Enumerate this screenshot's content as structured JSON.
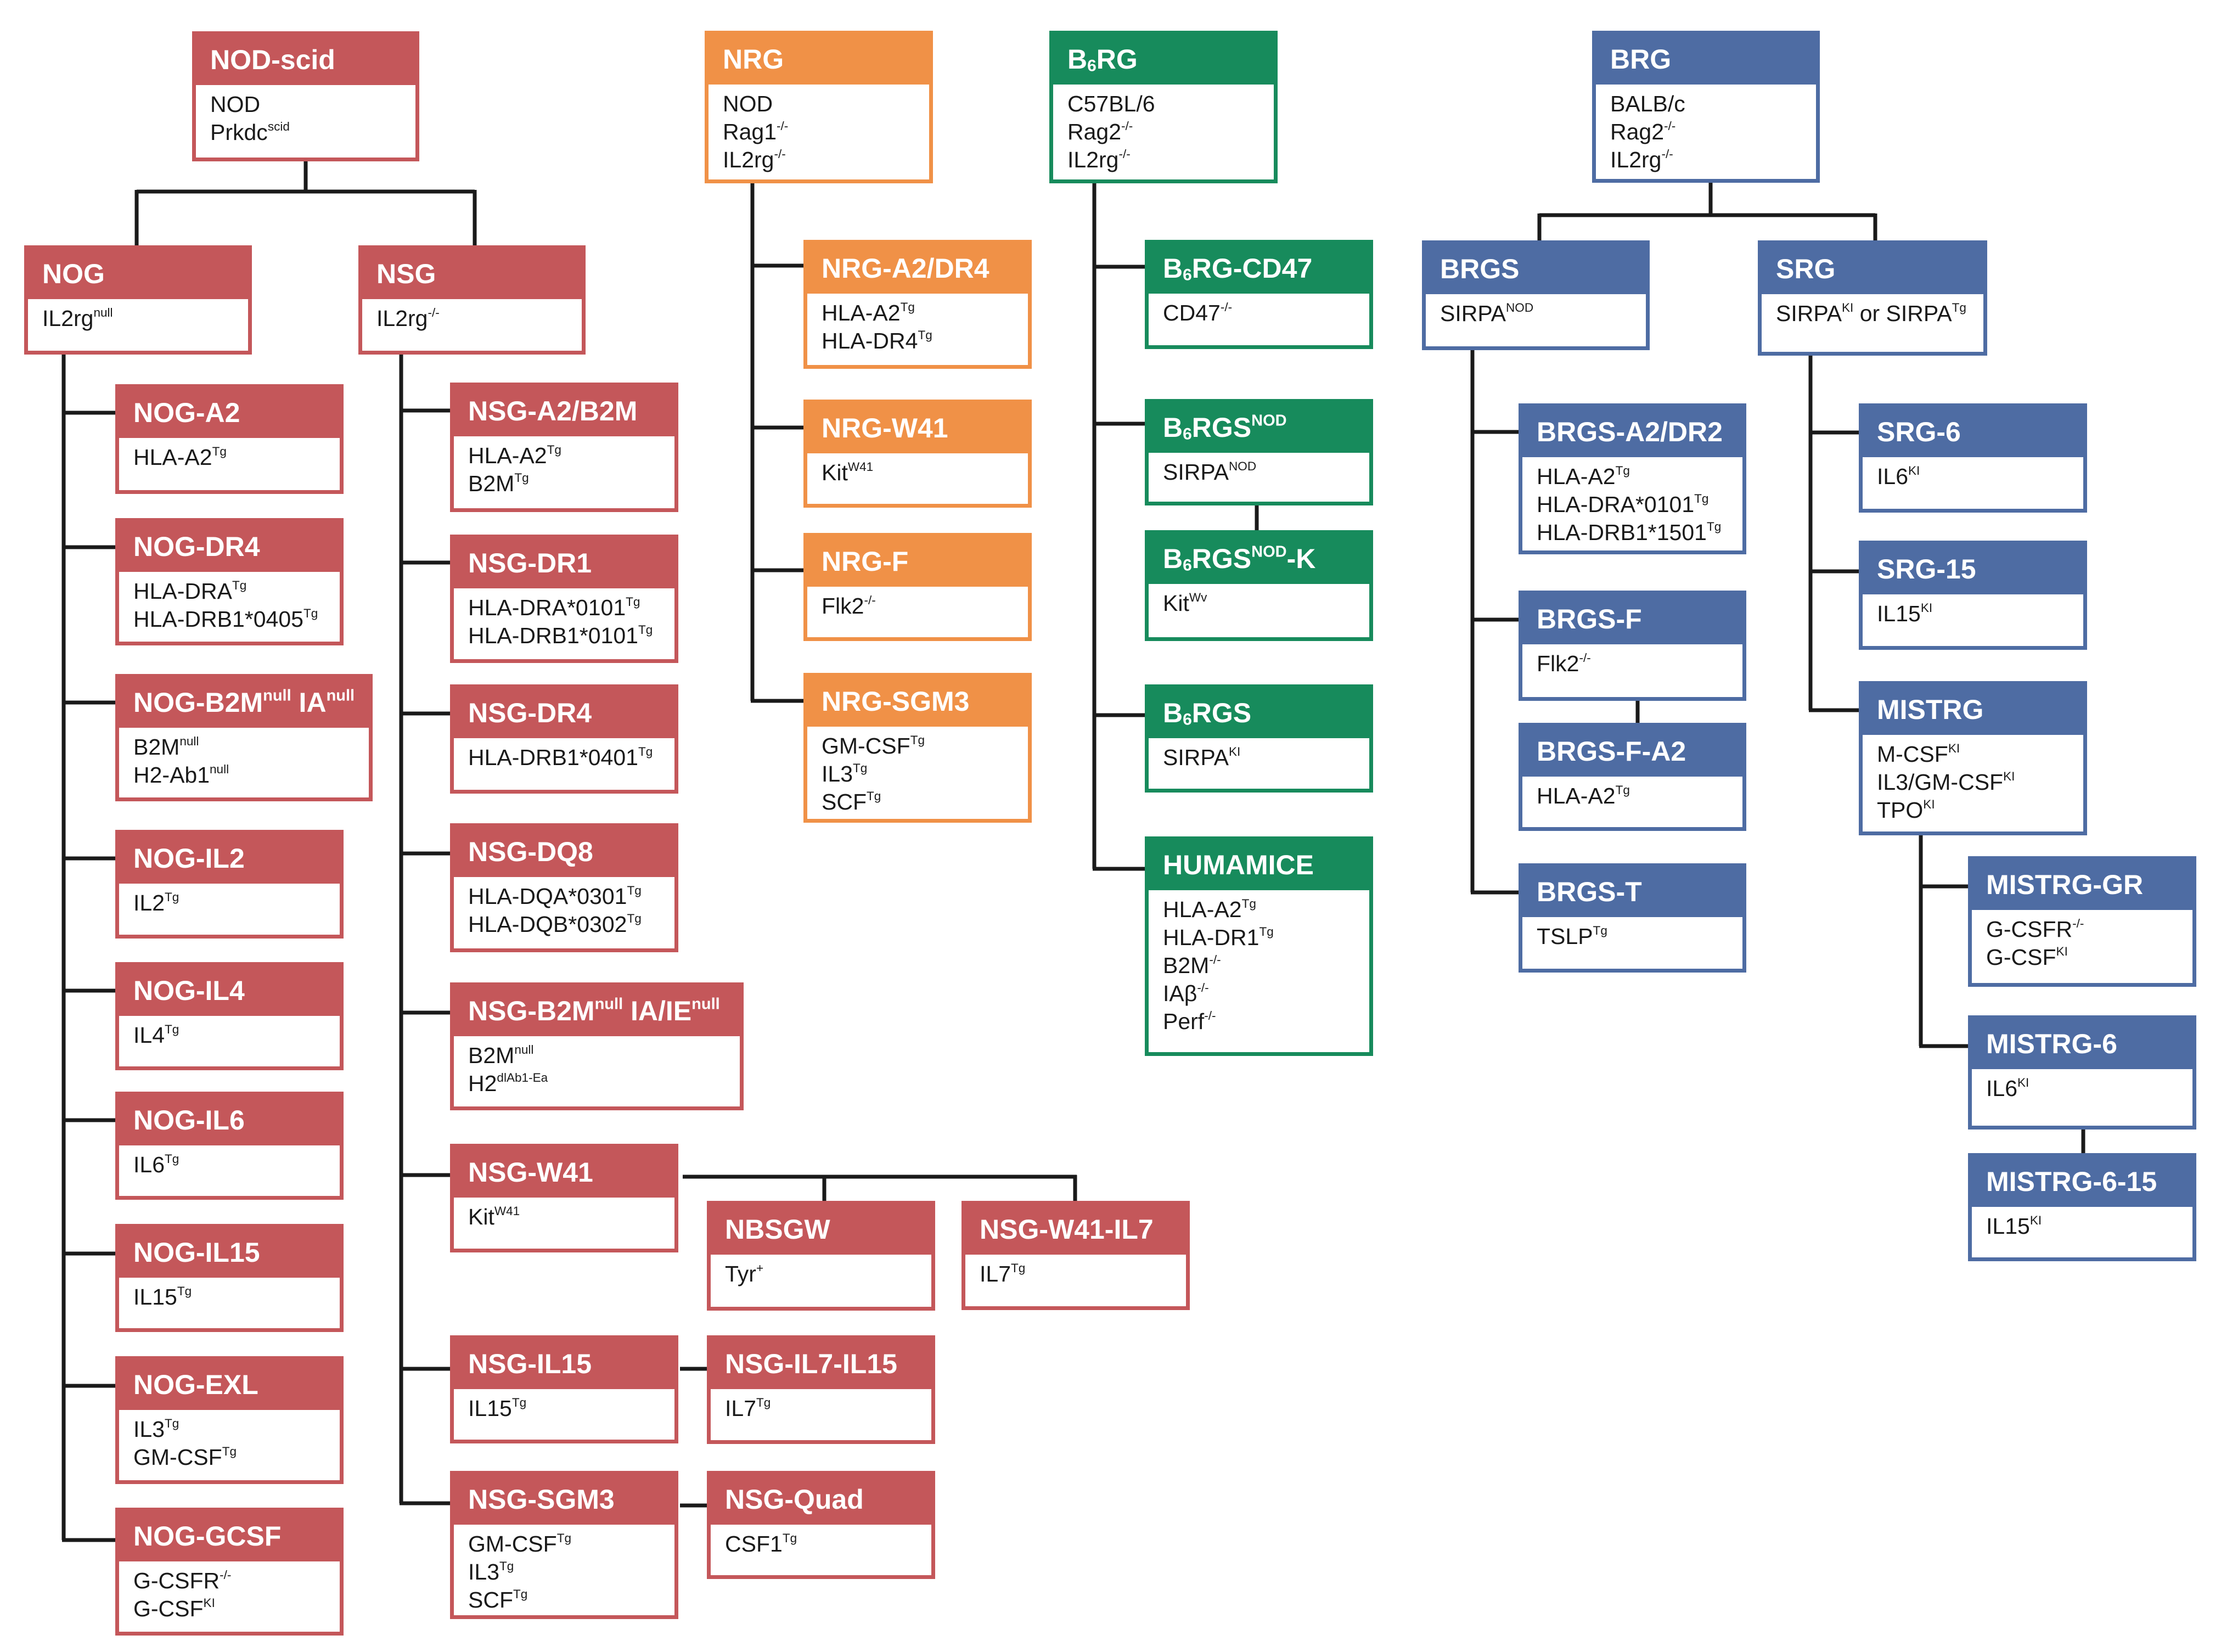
{
  "colors": {
    "nod": "#c4575a",
    "nrg": "#f09147",
    "b6rg": "#178b5c",
    "brg": "#4e6ca3",
    "line": "#1a1a1a"
  },
  "nodes": [
    {
      "key": "nod-scid",
      "family": "nod",
      "title": [
        {
          "t": "NOD-scid"
        }
      ],
      "lines": [
        [
          {
            "t": "NOD"
          }
        ],
        [
          {
            "t": "Prkdc"
          },
          {
            "t": "scid",
            "s": "sup"
          }
        ]
      ]
    },
    {
      "key": "nog",
      "family": "nod",
      "title": [
        {
          "t": "NOG"
        }
      ],
      "lines": [
        [
          {
            "t": "IL2rg"
          },
          {
            "t": "null",
            "s": "sup"
          }
        ]
      ]
    },
    {
      "key": "nsg",
      "family": "nod",
      "title": [
        {
          "t": "NSG"
        }
      ],
      "lines": [
        [
          {
            "t": "IL2rg"
          },
          {
            "t": "-/-",
            "s": "sup"
          }
        ]
      ]
    },
    {
      "key": "nog-a2",
      "family": "nod",
      "title": [
        {
          "t": "NOG-A2"
        }
      ],
      "lines": [
        [
          {
            "t": "HLA-A2"
          },
          {
            "t": "Tg",
            "s": "sup"
          }
        ]
      ]
    },
    {
      "key": "nog-dr4",
      "family": "nod",
      "title": [
        {
          "t": "NOG-DR4"
        }
      ],
      "lines": [
        [
          {
            "t": "HLA-DRA"
          },
          {
            "t": "Tg",
            "s": "sup"
          }
        ],
        [
          {
            "t": "HLA-DRB1*0405"
          },
          {
            "t": "Tg",
            "s": "sup"
          }
        ]
      ]
    },
    {
      "key": "nog-b2m",
      "family": "nod",
      "title": [
        {
          "t": "NOG-B2M"
        },
        {
          "t": "null",
          "s": "sup"
        },
        {
          "t": " IA"
        },
        {
          "t": "null",
          "s": "sup"
        }
      ],
      "lines": [
        [
          {
            "t": "B2M"
          },
          {
            "t": "null",
            "s": "sup"
          }
        ],
        [
          {
            "t": "H2-Ab1"
          },
          {
            "t": "null",
            "s": "sup"
          }
        ]
      ]
    },
    {
      "key": "nog-il2",
      "family": "nod",
      "title": [
        {
          "t": "NOG-IL2"
        }
      ],
      "lines": [
        [
          {
            "t": "IL2"
          },
          {
            "t": "Tg",
            "s": "sup"
          }
        ]
      ]
    },
    {
      "key": "nog-il4",
      "family": "nod",
      "title": [
        {
          "t": "NOG-IL4"
        }
      ],
      "lines": [
        [
          {
            "t": "IL4"
          },
          {
            "t": "Tg",
            "s": "sup"
          }
        ]
      ]
    },
    {
      "key": "nog-il6",
      "family": "nod",
      "title": [
        {
          "t": "NOG-IL6"
        }
      ],
      "lines": [
        [
          {
            "t": "IL6"
          },
          {
            "t": "Tg",
            "s": "sup"
          }
        ]
      ]
    },
    {
      "key": "nog-il15",
      "family": "nod",
      "title": [
        {
          "t": "NOG-IL15"
        }
      ],
      "lines": [
        [
          {
            "t": "IL15"
          },
          {
            "t": "Tg",
            "s": "sup"
          }
        ]
      ]
    },
    {
      "key": "nog-exl",
      "family": "nod",
      "title": [
        {
          "t": "NOG-EXL"
        }
      ],
      "lines": [
        [
          {
            "t": "IL3"
          },
          {
            "t": "Tg",
            "s": "sup"
          }
        ],
        [
          {
            "t": "GM-CSF"
          },
          {
            "t": "Tg",
            "s": "sup"
          }
        ]
      ]
    },
    {
      "key": "nog-gcsf",
      "family": "nod",
      "title": [
        {
          "t": "NOG-GCSF"
        }
      ],
      "lines": [
        [
          {
            "t": "G-CSFR"
          },
          {
            "t": "-/-",
            "s": "sup"
          }
        ],
        [
          {
            "t": "G-CSF"
          },
          {
            "t": "KI",
            "s": "sup"
          }
        ]
      ]
    },
    {
      "key": "nsg-a2b2m",
      "family": "nod",
      "title": [
        {
          "t": "NSG-A2/B2M"
        }
      ],
      "lines": [
        [
          {
            "t": "HLA-A2"
          },
          {
            "t": "Tg",
            "s": "sup"
          }
        ],
        [
          {
            "t": "B2M"
          },
          {
            "t": "Tg",
            "s": "sup"
          }
        ]
      ]
    },
    {
      "key": "nsg-dr1",
      "family": "nod",
      "title": [
        {
          "t": "NSG-DR1"
        }
      ],
      "lines": [
        [
          {
            "t": "HLA-DRA*0101"
          },
          {
            "t": "Tg",
            "s": "sup"
          }
        ],
        [
          {
            "t": "HLA-DRB1*0101"
          },
          {
            "t": "Tg",
            "s": "sup"
          }
        ]
      ]
    },
    {
      "key": "nsg-dr4",
      "family": "nod",
      "title": [
        {
          "t": "NSG-DR4"
        }
      ],
      "lines": [
        [
          {
            "t": "HLA-DRB1*0401"
          },
          {
            "t": "Tg",
            "s": "sup"
          }
        ]
      ]
    },
    {
      "key": "nsg-dq8",
      "family": "nod",
      "title": [
        {
          "t": "NSG-DQ8"
        }
      ],
      "lines": [
        [
          {
            "t": "HLA-DQA*0301"
          },
          {
            "t": "Tg",
            "s": "sup"
          }
        ],
        [
          {
            "t": "HLA-DQB*0302"
          },
          {
            "t": "Tg",
            "s": "sup"
          }
        ]
      ]
    },
    {
      "key": "nsg-b2m",
      "family": "nod",
      "title": [
        {
          "t": "NSG-B2M"
        },
        {
          "t": "null",
          "s": "sup"
        },
        {
          "t": " IA/IE"
        },
        {
          "t": "null",
          "s": "sup"
        }
      ],
      "lines": [
        [
          {
            "t": "B2M"
          },
          {
            "t": "null",
            "s": "sup"
          }
        ],
        [
          {
            "t": "H2"
          },
          {
            "t": "dlAb1-Ea",
            "s": "sup"
          }
        ]
      ]
    },
    {
      "key": "nsg-w41",
      "family": "nod",
      "title": [
        {
          "t": "NSG-W41"
        }
      ],
      "lines": [
        [
          {
            "t": "Kit"
          },
          {
            "t": "W41",
            "s": "sup"
          }
        ]
      ]
    },
    {
      "key": "nbsgw",
      "family": "nod",
      "title": [
        {
          "t": "NBSGW"
        }
      ],
      "lines": [
        [
          {
            "t": "Tyr"
          },
          {
            "t": "+",
            "s": "sup"
          }
        ]
      ]
    },
    {
      "key": "nsg-w41-il7",
      "family": "nod",
      "title": [
        {
          "t": "NSG-W41-IL7"
        }
      ],
      "lines": [
        [
          {
            "t": "IL7"
          },
          {
            "t": "Tg",
            "s": "sup"
          }
        ]
      ]
    },
    {
      "key": "nsg-il15",
      "family": "nod",
      "title": [
        {
          "t": "NSG-IL15"
        }
      ],
      "lines": [
        [
          {
            "t": "IL15"
          },
          {
            "t": "Tg",
            "s": "sup"
          }
        ]
      ]
    },
    {
      "key": "nsg-il7-il15",
      "family": "nod",
      "title": [
        {
          "t": "NSG-IL7-IL15"
        }
      ],
      "lines": [
        [
          {
            "t": "IL7"
          },
          {
            "t": "Tg",
            "s": "sup"
          }
        ]
      ]
    },
    {
      "key": "nsg-sgm3",
      "family": "nod",
      "title": [
        {
          "t": "NSG-SGM3"
        }
      ],
      "lines": [
        [
          {
            "t": "GM-CSF"
          },
          {
            "t": "Tg",
            "s": "sup"
          }
        ],
        [
          {
            "t": "IL3"
          },
          {
            "t": "Tg",
            "s": "sup"
          }
        ],
        [
          {
            "t": "SCF"
          },
          {
            "t": "Tg",
            "s": "sup"
          }
        ]
      ]
    },
    {
      "key": "nsg-quad",
      "family": "nod",
      "title": [
        {
          "t": "NSG-Quad"
        }
      ],
      "lines": [
        [
          {
            "t": "CSF1"
          },
          {
            "t": "Tg",
            "s": "sup"
          }
        ]
      ]
    },
    {
      "key": "nrg",
      "family": "nrg",
      "title": [
        {
          "t": "NRG"
        }
      ],
      "lines": [
        [
          {
            "t": "NOD"
          }
        ],
        [
          {
            "t": "Rag1"
          },
          {
            "t": "-/-",
            "s": "sup"
          }
        ],
        [
          {
            "t": "IL2rg"
          },
          {
            "t": "-/-",
            "s": "sup"
          }
        ]
      ]
    },
    {
      "key": "nrg-a2dr4",
      "family": "nrg",
      "title": [
        {
          "t": "NRG-A2/DR4"
        }
      ],
      "lines": [
        [
          {
            "t": "HLA-A2"
          },
          {
            "t": "Tg",
            "s": "sup"
          }
        ],
        [
          {
            "t": "HLA-DR4"
          },
          {
            "t": "Tg",
            "s": "sup"
          }
        ]
      ]
    },
    {
      "key": "nrg-w41",
      "family": "nrg",
      "title": [
        {
          "t": "NRG-W41"
        }
      ],
      "lines": [
        [
          {
            "t": "Kit"
          },
          {
            "t": "W41",
            "s": "sup"
          }
        ]
      ]
    },
    {
      "key": "nrg-f",
      "family": "nrg",
      "title": [
        {
          "t": "NRG-F"
        }
      ],
      "lines": [
        [
          {
            "t": "Flk2"
          },
          {
            "t": "-/-",
            "s": "sup"
          }
        ]
      ]
    },
    {
      "key": "nrg-sgm3",
      "family": "nrg",
      "title": [
        {
          "t": "NRG-SGM3"
        }
      ],
      "lines": [
        [
          {
            "t": "GM-CSF"
          },
          {
            "t": "Tg",
            "s": "sup"
          }
        ],
        [
          {
            "t": "IL3"
          },
          {
            "t": "Tg",
            "s": "sup"
          }
        ],
        [
          {
            "t": "SCF"
          },
          {
            "t": "Tg",
            "s": "sup"
          }
        ]
      ]
    },
    {
      "key": "b6rg",
      "family": "b6rg",
      "title": [
        {
          "t": "B"
        },
        {
          "t": "6",
          "s": "sub"
        },
        {
          "t": "RG"
        }
      ],
      "lines": [
        [
          {
            "t": "C57BL/6"
          }
        ],
        [
          {
            "t": "Rag2"
          },
          {
            "t": "-/-",
            "s": "sup"
          }
        ],
        [
          {
            "t": "IL2rg"
          },
          {
            "t": "-/-",
            "s": "sup"
          }
        ]
      ]
    },
    {
      "key": "b6rg-cd47",
      "family": "b6rg",
      "title": [
        {
          "t": "B"
        },
        {
          "t": "6",
          "s": "sub"
        },
        {
          "t": "RG-CD47"
        }
      ],
      "lines": [
        [
          {
            "t": "CD47"
          },
          {
            "t": "-/-",
            "s": "sup"
          }
        ]
      ]
    },
    {
      "key": "b6rgs-nod",
      "family": "b6rg",
      "title": [
        {
          "t": "B"
        },
        {
          "t": "6",
          "s": "sub"
        },
        {
          "t": "RGS"
        },
        {
          "t": "NOD",
          "s": "sup"
        }
      ],
      "lines": [
        [
          {
            "t": "SIRPA"
          },
          {
            "t": "NOD",
            "s": "sup"
          }
        ]
      ]
    },
    {
      "key": "b6rgs-nod-k",
      "family": "b6rg",
      "title": [
        {
          "t": "B"
        },
        {
          "t": "6",
          "s": "sub"
        },
        {
          "t": "RGS"
        },
        {
          "t": "NOD",
          "s": "sup"
        },
        {
          "t": "-K"
        }
      ],
      "lines": [
        [
          {
            "t": "Kit"
          },
          {
            "t": "Wv",
            "s": "sup"
          }
        ]
      ]
    },
    {
      "key": "b6rgs",
      "family": "b6rg",
      "title": [
        {
          "t": "B"
        },
        {
          "t": "6",
          "s": "sub"
        },
        {
          "t": "RGS"
        }
      ],
      "lines": [
        [
          {
            "t": "SIRPA"
          },
          {
            "t": "KI",
            "s": "sup"
          }
        ]
      ]
    },
    {
      "key": "humamice",
      "family": "b6rg",
      "title": [
        {
          "t": "HUMAMICE"
        }
      ],
      "lines": [
        [
          {
            "t": "HLA-A2"
          },
          {
            "t": "Tg",
            "s": "sup"
          }
        ],
        [
          {
            "t": "HLA-DR1"
          },
          {
            "t": "Tg",
            "s": "sup"
          }
        ],
        [
          {
            "t": "B2M"
          },
          {
            "t": "-/-",
            "s": "sup"
          }
        ],
        [
          {
            "t": "IAβ"
          },
          {
            "t": "-/-",
            "s": "sup"
          }
        ],
        [
          {
            "t": "Perf"
          },
          {
            "t": "-/-",
            "s": "sup"
          }
        ]
      ]
    },
    {
      "key": "brg",
      "family": "brg",
      "title": [
        {
          "t": "BRG"
        }
      ],
      "lines": [
        [
          {
            "t": "BALB/c"
          }
        ],
        [
          {
            "t": "Rag2"
          },
          {
            "t": "-/-",
            "s": "sup"
          }
        ],
        [
          {
            "t": "IL2rg"
          },
          {
            "t": "-/-",
            "s": "sup"
          }
        ]
      ]
    },
    {
      "key": "brgs",
      "family": "brg",
      "title": [
        {
          "t": "BRGS"
        }
      ],
      "lines": [
        [
          {
            "t": "SIRPA"
          },
          {
            "t": "NOD",
            "s": "sup"
          }
        ]
      ]
    },
    {
      "key": "srg",
      "family": "brg",
      "title": [
        {
          "t": "SRG"
        }
      ],
      "lines": [
        [
          {
            "t": "SIRPA"
          },
          {
            "t": "KI",
            "s": "sup"
          },
          {
            "t": " or SIRPA"
          },
          {
            "t": "Tg",
            "s": "sup"
          }
        ]
      ]
    },
    {
      "key": "brgs-a2dr2",
      "family": "brg",
      "title": [
        {
          "t": "BRGS-A2/DR2"
        }
      ],
      "lines": [
        [
          {
            "t": "HLA-A2"
          },
          {
            "t": "Tg",
            "s": "sup"
          }
        ],
        [
          {
            "t": "HLA-DRA*0101"
          },
          {
            "t": "Tg",
            "s": "sup"
          }
        ],
        [
          {
            "t": "HLA-DRB1*1501"
          },
          {
            "t": "Tg",
            "s": "sup"
          }
        ]
      ]
    },
    {
      "key": "brgs-f",
      "family": "brg",
      "title": [
        {
          "t": "BRGS-F"
        }
      ],
      "lines": [
        [
          {
            "t": "Flk2"
          },
          {
            "t": "-/-",
            "s": "sup"
          }
        ]
      ]
    },
    {
      "key": "brgs-f-a2",
      "family": "brg",
      "title": [
        {
          "t": "BRGS-F-A2"
        }
      ],
      "lines": [
        [
          {
            "t": "HLA-A2"
          },
          {
            "t": "Tg",
            "s": "sup"
          }
        ]
      ]
    },
    {
      "key": "brgs-t",
      "family": "brg",
      "title": [
        {
          "t": "BRGS-T"
        }
      ],
      "lines": [
        [
          {
            "t": "TSLP"
          },
          {
            "t": "Tg",
            "s": "sup"
          }
        ]
      ]
    },
    {
      "key": "srg-6",
      "family": "brg",
      "title": [
        {
          "t": "SRG-6"
        }
      ],
      "lines": [
        [
          {
            "t": "IL6"
          },
          {
            "t": "KI",
            "s": "sup"
          }
        ]
      ]
    },
    {
      "key": "srg-15",
      "family": "brg",
      "title": [
        {
          "t": "SRG-15"
        }
      ],
      "lines": [
        [
          {
            "t": "IL15"
          },
          {
            "t": "KI",
            "s": "sup"
          }
        ]
      ]
    },
    {
      "key": "mistrg",
      "family": "brg",
      "title": [
        {
          "t": "MISTRG"
        }
      ],
      "lines": [
        [
          {
            "t": "M-CSF"
          },
          {
            "t": "KI",
            "s": "sup"
          }
        ],
        [
          {
            "t": "IL3/GM-CSF"
          },
          {
            "t": "KI",
            "s": "sup"
          }
        ],
        [
          {
            "t": "TPO"
          },
          {
            "t": "KI",
            "s": "sup"
          }
        ]
      ]
    },
    {
      "key": "mistrg-gr",
      "family": "brg",
      "title": [
        {
          "t": "MISTRG-GR"
        }
      ],
      "lines": [
        [
          {
            "t": "G-CSFR"
          },
          {
            "t": "-/-",
            "s": "sup"
          }
        ],
        [
          {
            "t": "G-CSF"
          },
          {
            "t": "KI",
            "s": "sup"
          }
        ]
      ]
    },
    {
      "key": "mistrg-6",
      "family": "brg",
      "title": [
        {
          "t": "MISTRG-6"
        }
      ],
      "lines": [
        [
          {
            "t": "IL6"
          },
          {
            "t": "KI",
            "s": "sup"
          }
        ]
      ]
    },
    {
      "key": "mistrg-6-15",
      "family": "brg",
      "title": [
        {
          "t": "MISTRG-6-15"
        }
      ],
      "lines": [
        [
          {
            "t": "IL15"
          },
          {
            "t": "KI",
            "s": "sup"
          }
        ]
      ]
    }
  ]
}
